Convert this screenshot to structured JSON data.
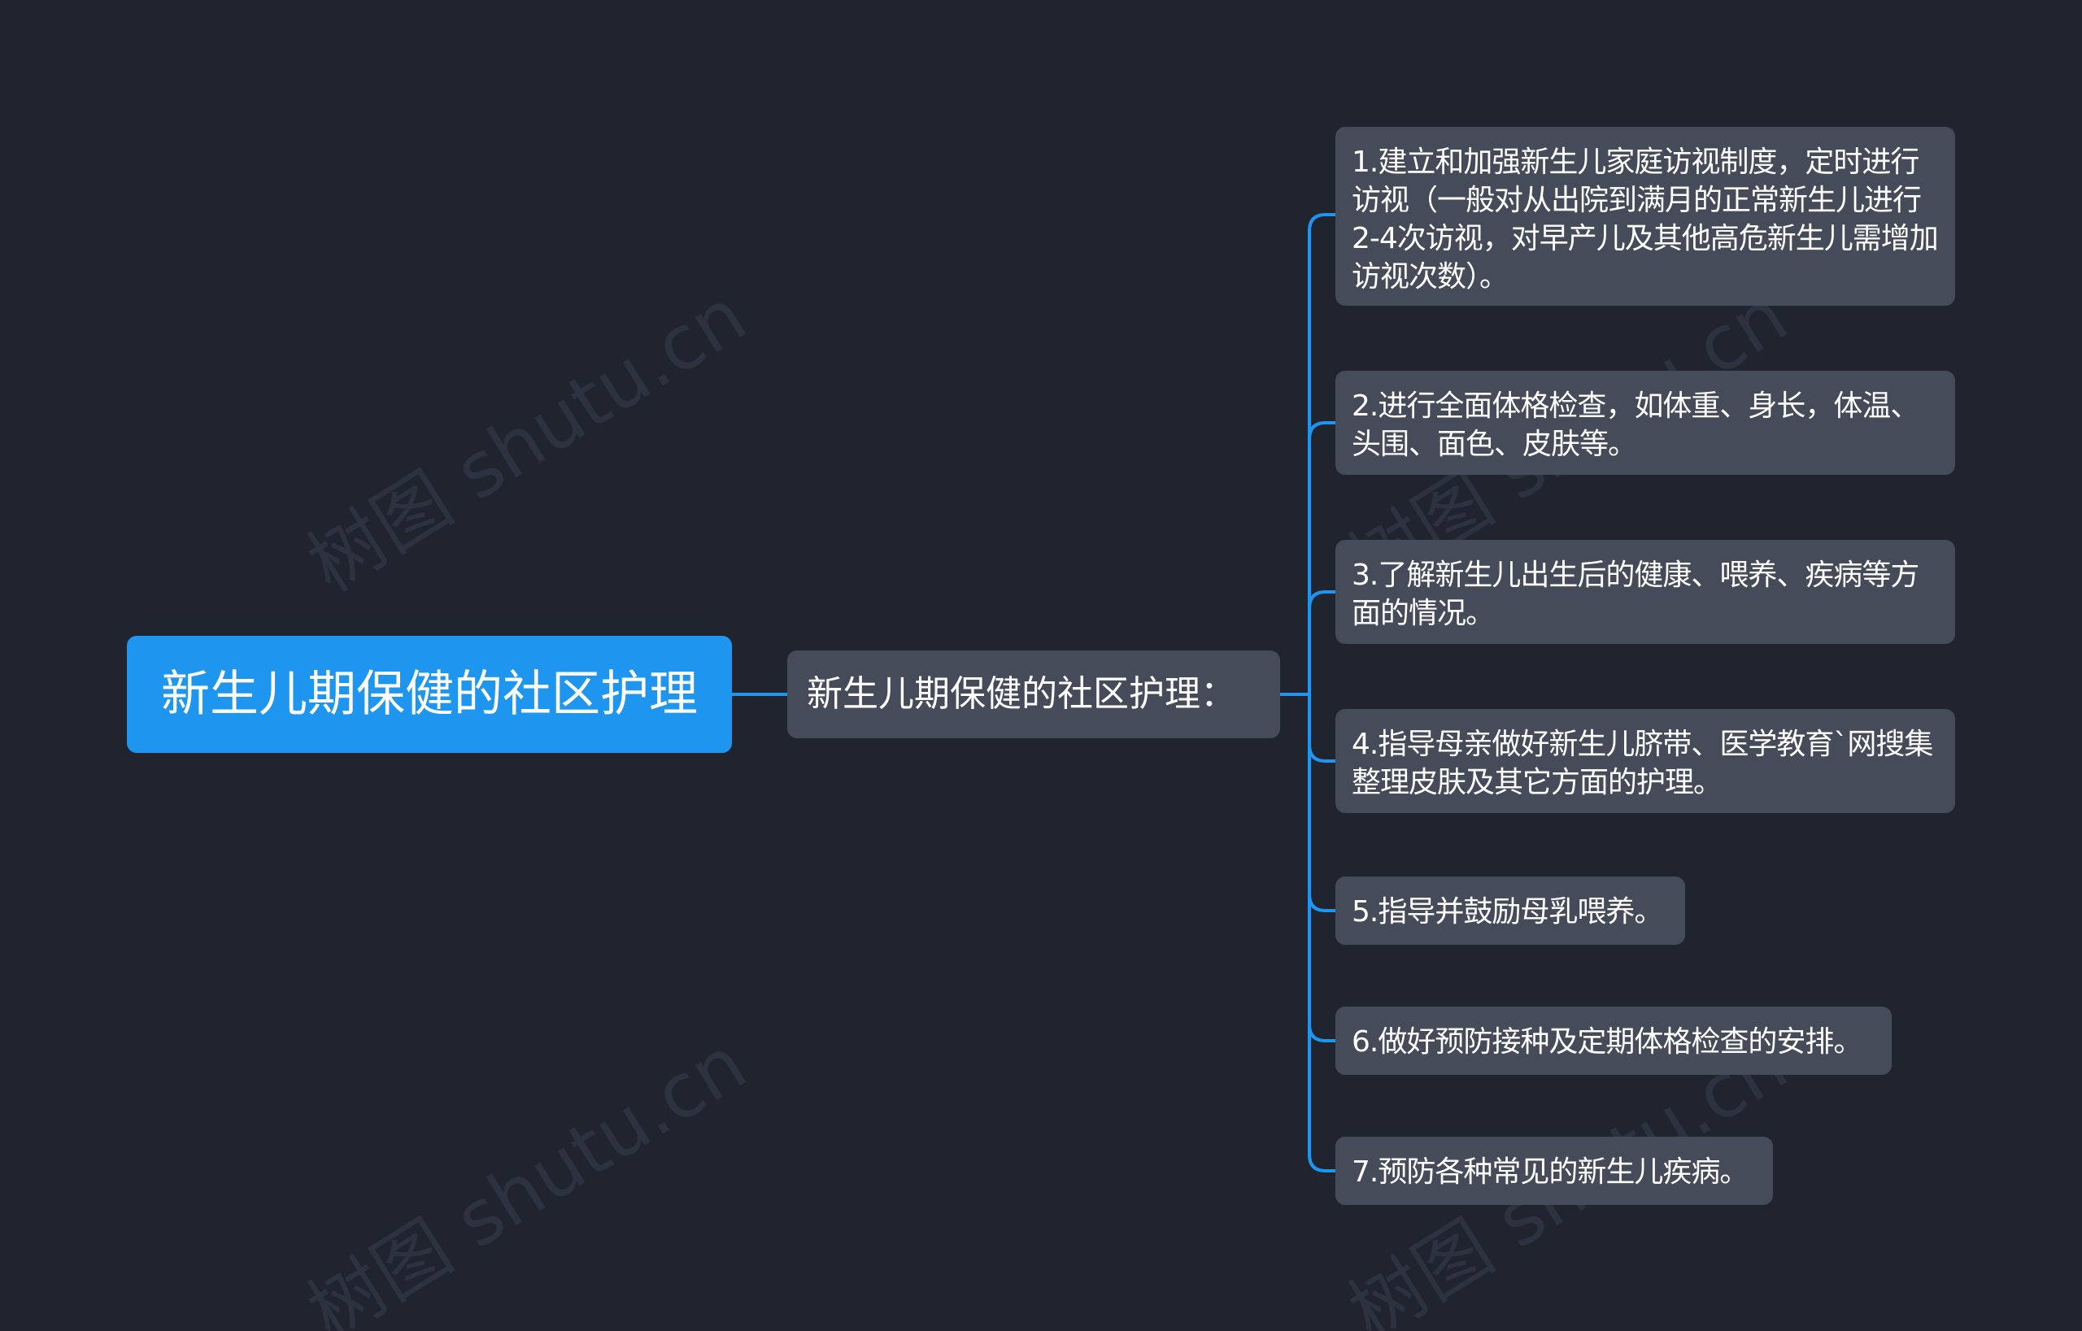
{
  "diagram": {
    "root": {
      "label": "新生儿期保健的社区护理"
    },
    "branch": {
      "label": "新生儿期保健的社区护理："
    },
    "leaves": [
      {
        "label": "1.建立和加强新生儿家庭访视制度，定时进行访视（一般对从出院到满月的正常新生儿进行2-4次访视，对早产儿及其他高危新生儿需增加访视次数）。"
      },
      {
        "label": "2.进行全面体格检查，如体重、身长，体温、头围、面色、皮肤等。"
      },
      {
        "label": "3.了解新生儿出生后的健康、喂养、疾病等方面的情况。"
      },
      {
        "label": "4.指导母亲做好新生儿脐带、医学教育`网搜集整理皮肤及其它方面的护理。"
      },
      {
        "label": "5.指导并鼓励母乳喂养。"
      },
      {
        "label": "6.做好预防接种及定期体格检查的安排。"
      },
      {
        "label": "7.预防各种常见的新生儿疾病。"
      }
    ],
    "watermark": "树图 shutu.cn",
    "colors": {
      "background": "#20242f",
      "root_fill": "#1e96f0",
      "node_fill": "#464b59",
      "connector": "#1e96f0",
      "text": "#ffffff"
    }
  }
}
